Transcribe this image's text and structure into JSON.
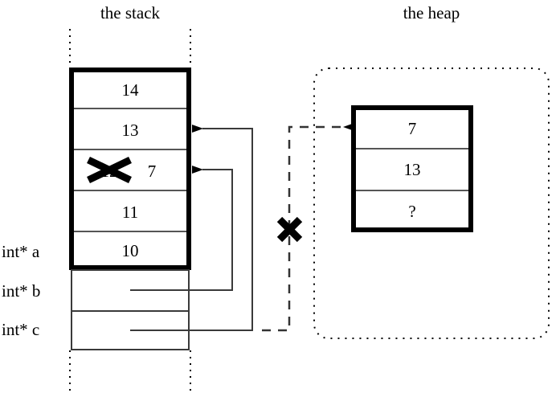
{
  "diagram": {
    "title_stack": "the stack",
    "title_heap": "the heap",
    "colors": {
      "ink": "#000000",
      "background": "#ffffff",
      "thin_line": "#3a3a3a"
    }
  },
  "stack": {
    "region_label": "the stack",
    "frame_cells": [
      {
        "name": "cell-14",
        "value": "14"
      },
      {
        "name": "cell-13",
        "value": "13"
      },
      {
        "name": "cell-12-crossed",
        "value": "12",
        "struck": true,
        "replacement": "7"
      },
      {
        "name": "cell-11",
        "value": "11"
      },
      {
        "name": "cell-10",
        "value": "10"
      }
    ],
    "variables": [
      {
        "name": "var-a",
        "label": "int* a",
        "value": ""
      },
      {
        "name": "var-b",
        "label": "int* b",
        "value": ""
      },
      {
        "name": "var-c",
        "label": "int* c",
        "value": ""
      }
    ]
  },
  "heap": {
    "region_label": "the heap",
    "cells": [
      {
        "name": "heap-cell-0",
        "value": "7"
      },
      {
        "name": "heap-cell-1",
        "value": "13"
      },
      {
        "name": "heap-cell-2",
        "value": "?"
      }
    ]
  },
  "annotations": {
    "cross_out_stack_value": "X",
    "cross_out_heap_pointer": "X"
  },
  "pointers": [
    {
      "name": "pointer-b-to-stack-cell-7",
      "from": "int* b",
      "to": "cell-12-crossed",
      "style": "solid"
    },
    {
      "name": "pointer-c-to-stack-cell-13",
      "from": "int* c",
      "to": "cell-13",
      "style": "solid"
    },
    {
      "name": "pointer-c-to-heap",
      "from": "int* c",
      "to": "heap-cell-0",
      "style": "dashed",
      "invalidated": true
    }
  ]
}
